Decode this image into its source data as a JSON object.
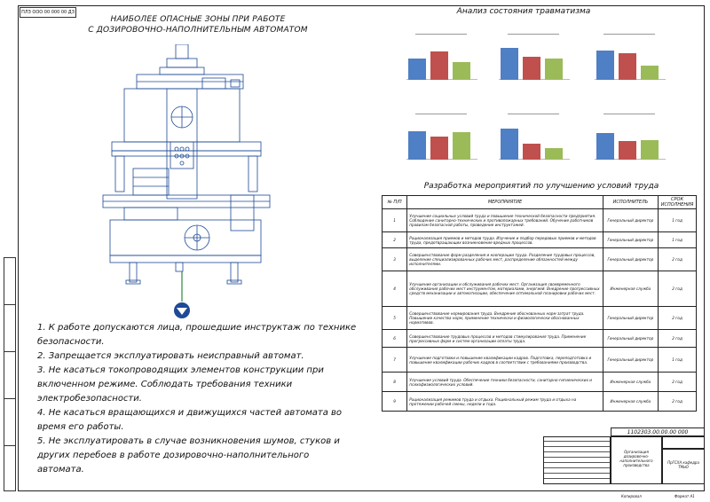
{
  "stamp_top": "ПЛЗ ООО 00 000 00 ДЗ",
  "header": {
    "title_line1": "НАИБОЛЕЕ ОПАСНЫЕ ЗОНЫ ПРИ РАБОТЕ",
    "title_line2": "С ДОЗИРОВОЧНО-НАПОЛНИТЕЛЬНЫМ АВТОМАТОМ"
  },
  "analysis_title": "Анализ состояния травматизма",
  "development_title": "Разработка мероприятий по улучшению условий труда",
  "colors": {
    "blue": "#4f7fc4",
    "red": "#c0504d",
    "green": "#9bbb59",
    "warning": "#1e4a96"
  },
  "chart_data": [
    {
      "type": "bar",
      "values": [
        0.55,
        0.72,
        0.45
      ]
    },
    {
      "type": "bar",
      "values": [
        0.82,
        0.58,
        0.55
      ]
    },
    {
      "type": "bar",
      "values": [
        0.75,
        0.68,
        0.36
      ]
    },
    {
      "type": "bar",
      "values": [
        0.72,
        0.58,
        0.7
      ]
    },
    {
      "type": "bar",
      "values": [
        0.8,
        0.4,
        0.3
      ]
    },
    {
      "type": "bar",
      "values": [
        0.68,
        0.48,
        0.5
      ]
    }
  ],
  "rules": [
    "1. К работе допускаются лица, прошедшие инструктаж по технике безопасности.",
    "2. Запрещается эксплуатировать неисправный автомат.",
    "3. Не касаться токопроводящих элементов конструкции при включенном режиме. Соблюдать требования техники электробезопасности.",
    "4. Не касаться вращающихся и движущихся частей автомата во время его работы.",
    "5. Не эксплуатировать в случае возникновения шумов, стуков и других перебоев в работе дозировочно-наполнительного автомата."
  ],
  "table": {
    "headers": [
      "№ П/П",
      "МЕРОПРИЯТИЕ",
      "ИСПОЛНИТЕЛЬ",
      "СРОК ИСПОЛНЕНИЯ"
    ],
    "rows": [
      {
        "num": "1",
        "measure": "Улучшение социальных условий труда и повышение технической безопасности предприятия. Соблюдение санитарно-технических и противопожарных требований. Обучение работников правилам безопасной работы, проведение инструктажей.",
        "exec": "Генеральный директор",
        "term": "1 год"
      },
      {
        "num": "2",
        "measure": "Рационализация приемов и методов труда. Изучение и подбор передовых приемов и методов труда, предотвращающих возникновение вредных процессов.",
        "exec": "Генеральный директор",
        "term": "1 год"
      },
      {
        "num": "3",
        "measure": "Совершенствование форм разделения и кооперации труда. Разделение трудовых процессов, выделение специализированных рабочих мест, распределение обязанностей между исполнителями.",
        "exec": "Генеральный директор",
        "term": "2 год"
      },
      {
        "num": "4",
        "measure": "Улучшение организации и обслуживания рабочих мест. Организация своевременного обслуживания рабочих мест инструментом, материалами, энергией. Внедрение прогрессивных средств механизации и автоматизации, обеспечение оптимальной планировки рабочих мест.",
        "exec": "Инженерная служба",
        "term": "2 год"
      },
      {
        "num": "5",
        "measure": "Совершенствование нормирования труда. Внедрение обоснованных норм затрат труда. Повышение качества норм, применение технически и физиологически обоснованных нормативов.",
        "exec": "Генеральный директор",
        "term": "2 год"
      },
      {
        "num": "6",
        "measure": "Совершенствование трудовых процессов и методов стимулирования труда. Применение прогрессивных форм и систем организации оплаты труда.",
        "exec": "Генеральный директор",
        "term": "2 год"
      },
      {
        "num": "7",
        "measure": "Улучшение подготовки и повышение квалификации кадров. Подготовка, переподготовка и повышение квалификации рабочих кадров в соответствии с требованиями производства.",
        "exec": "Генеральный директор",
        "term": "1 год"
      },
      {
        "num": "8",
        "measure": "Улучшение условий труда. Обеспечение техники безопасности, санитарно-гигиенических и психофизиологических условий.",
        "exec": "Инженерная служба",
        "term": "2 год"
      },
      {
        "num": "9",
        "measure": "Рационализация режимов труда и отдыха. Рациональный режим труда и отдыха на протяжении рабочей смены, недели и года.",
        "exec": "Инженерная служба",
        "term": "2 год"
      }
    ]
  },
  "title_block": {
    "code": "1102303.00.00.00 000",
    "name": "Организация дозировочно-наполнительного производства",
    "org": "ПрГСХА кафедра ТМиО"
  },
  "footer": {
    "copied": "Копировал",
    "format": "Формат А1"
  }
}
